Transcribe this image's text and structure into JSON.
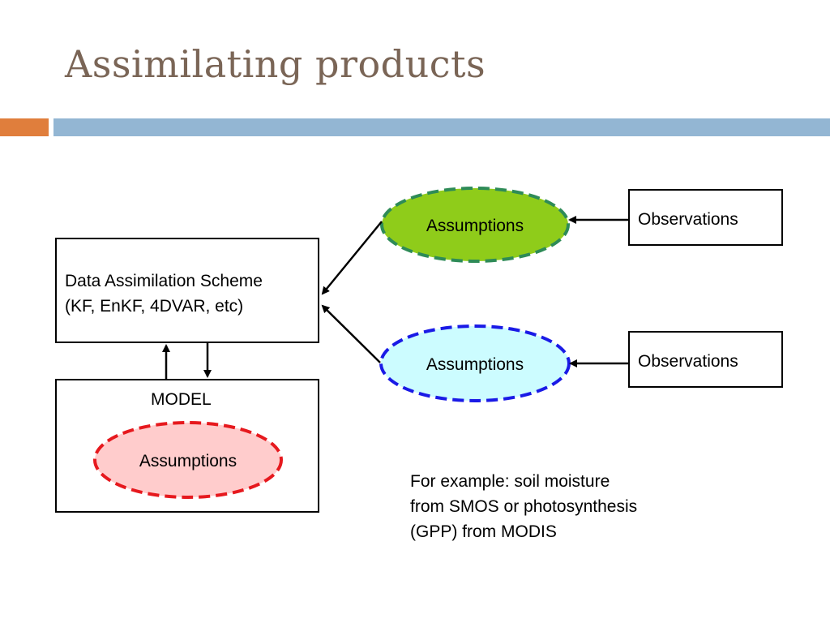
{
  "title": "Assimilating products",
  "colors": {
    "title": "#7a6556",
    "accent_orange": "#e07e3c",
    "accent_blue": "#93b6d3",
    "assumptions_green_fill": "#8fcc1a",
    "assumptions_green_stroke": "#2e8b57",
    "assumptions_blue_fill": "#ccfcff",
    "assumptions_blue_stroke": "#1a1ae6",
    "assumptions_red_fill": "#ffcccc",
    "assumptions_red_stroke": "#e6191e"
  },
  "diagram": {
    "scheme": {
      "line1": "Data Assimilation Scheme",
      "line2": "(KF, EnKF, 4DVAR, etc)"
    },
    "model": {
      "label": "MODEL",
      "assumptions": "Assumptions"
    },
    "top_branch": {
      "assumptions": "Assumptions",
      "observations": "Observations"
    },
    "bottom_branch": {
      "assumptions": "Assumptions",
      "observations": "Observations"
    }
  },
  "note": "For example: soil moisture\nfrom SMOS or photosynthesis\n(GPP) from MODIS"
}
